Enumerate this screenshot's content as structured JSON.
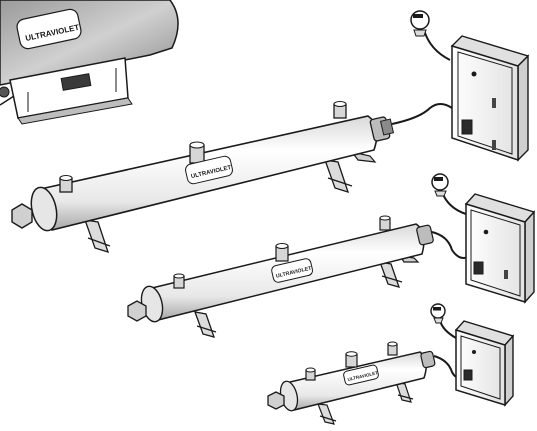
{
  "brand": {
    "logo_text": "ULTRAVIOLET"
  },
  "units": [
    {
      "id": "top-cropped-unit"
    },
    {
      "id": "large-unit"
    },
    {
      "id": "medium-unit"
    },
    {
      "id": "small-unit"
    }
  ],
  "colors": {
    "line": "#1a1a1a",
    "fill": "#f2f2f2",
    "shade": "#c9c9c9",
    "dark": "#4a4a4a"
  }
}
